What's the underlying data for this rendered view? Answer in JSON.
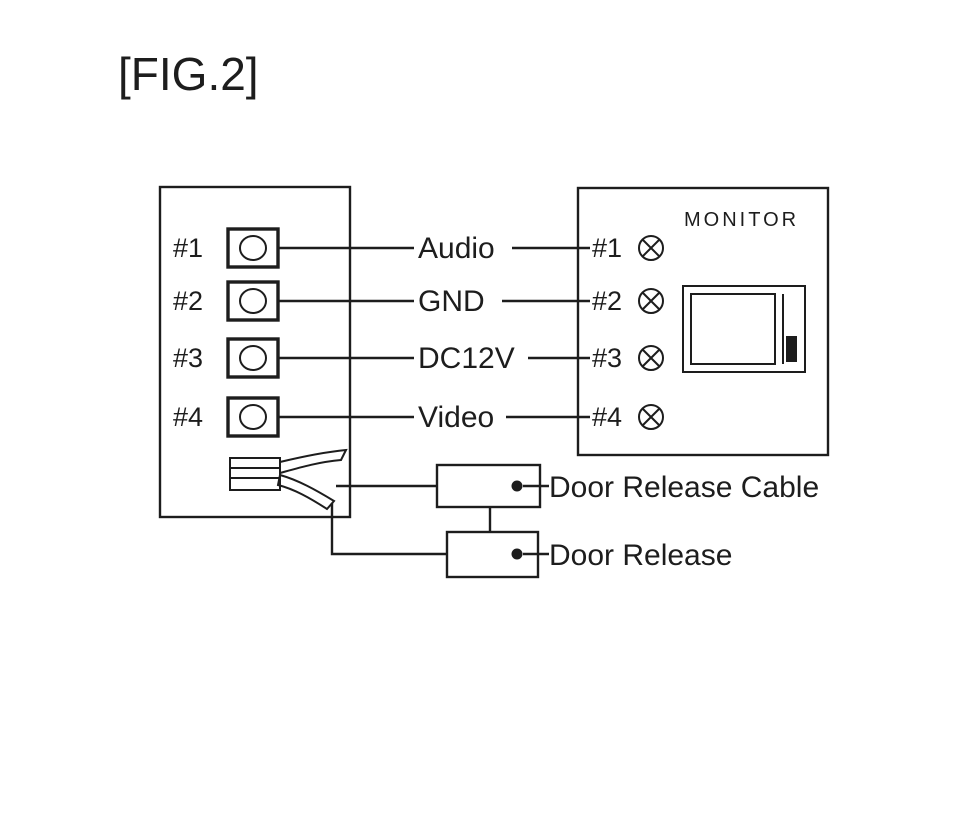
{
  "figure": {
    "title": "[FIG.2]"
  },
  "left_device": {
    "terminals": [
      {
        "label": "#1"
      },
      {
        "label": "#2"
      },
      {
        "label": "#3"
      },
      {
        "label": "#4"
      }
    ]
  },
  "wires": [
    {
      "label": "Audio"
    },
    {
      "label": "GND"
    },
    {
      "label": "DC12V"
    },
    {
      "label": "Video"
    }
  ],
  "monitor": {
    "title": "MONITOR",
    "terminals": [
      {
        "label": "#1"
      },
      {
        "label": "#2"
      },
      {
        "label": "#3"
      },
      {
        "label": "#4"
      }
    ]
  },
  "door_release": {
    "cable_label": "Door Release Cable",
    "release_label": "Door Release"
  },
  "colors": {
    "ink": "#1d1d1d",
    "background": "#ffffff"
  }
}
